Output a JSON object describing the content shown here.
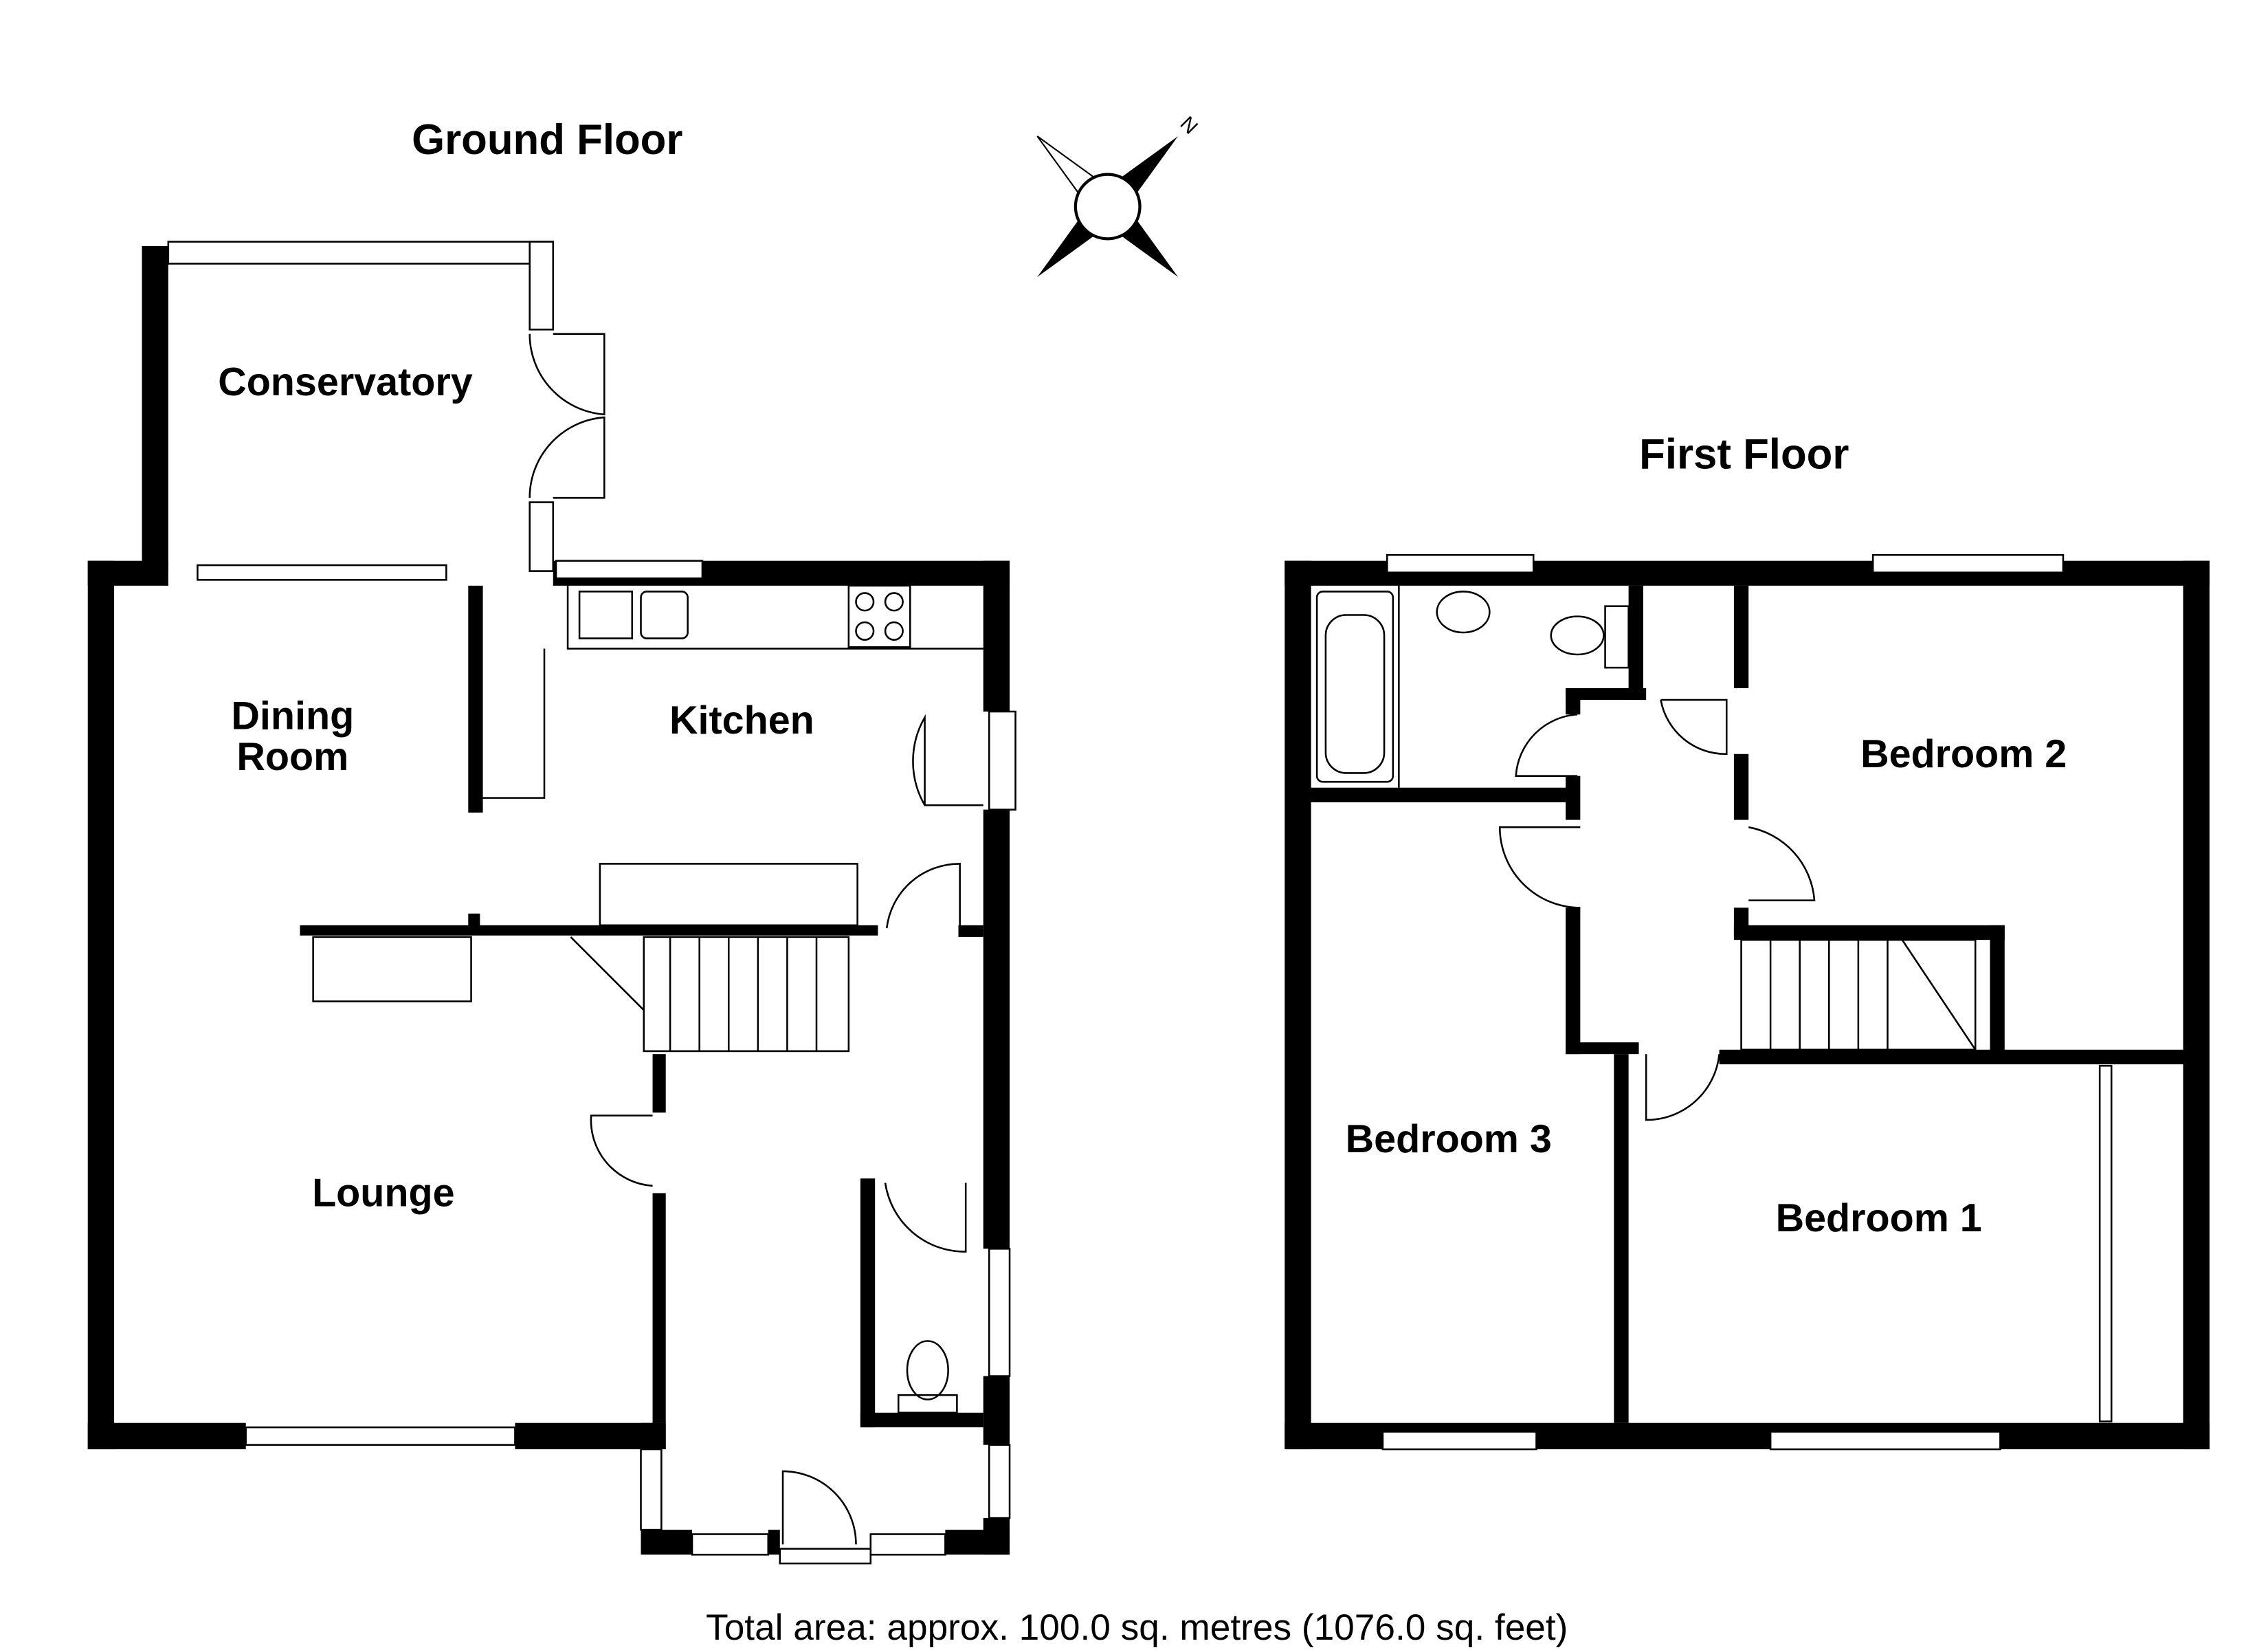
{
  "titles": {
    "ground_floor": "Ground Floor",
    "first_floor": "First Floor"
  },
  "compass": {
    "north_label": "N"
  },
  "ground_rooms": {
    "conservatory": "Conservatory",
    "dining_line1": "Dining",
    "dining_line2": "Room",
    "kitchen": "Kitchen",
    "lounge": "Lounge"
  },
  "first_rooms": {
    "bedroom1": "Bedroom 1",
    "bedroom2": "Bedroom 2",
    "bedroom3": "Bedroom 3"
  },
  "footer": {
    "total_area": "Total area: approx. 100.0 sq. metres (1076.0 sq. feet)"
  }
}
